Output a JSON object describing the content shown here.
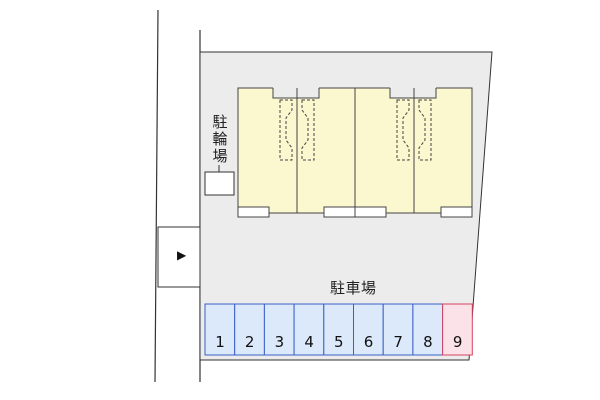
{
  "labels": {
    "bicycle_parking": [
      "駐",
      "輪",
      "場"
    ],
    "car_parking": "駐車場"
  },
  "parking_spaces": [
    {
      "number": "1",
      "highlighted": false
    },
    {
      "number": "2",
      "highlighted": false
    },
    {
      "number": "3",
      "highlighted": false
    },
    {
      "number": "4",
      "highlighted": false
    },
    {
      "number": "5",
      "highlighted": false
    },
    {
      "number": "6",
      "highlighted": false
    },
    {
      "number": "7",
      "highlighted": false
    },
    {
      "number": "8",
      "highlighted": false
    },
    {
      "number": "9",
      "highlighted": true
    }
  ],
  "entrance_arrow": "▶",
  "colors": {
    "lot_fill": "#ececec",
    "building_fill": "#fbf8cf",
    "space_fill": "#dbe9fb",
    "space_border": "#3a5fc8",
    "highlight_fill": "#fbe1e8",
    "highlight_border": "#d6445f",
    "line": "#333333"
  }
}
